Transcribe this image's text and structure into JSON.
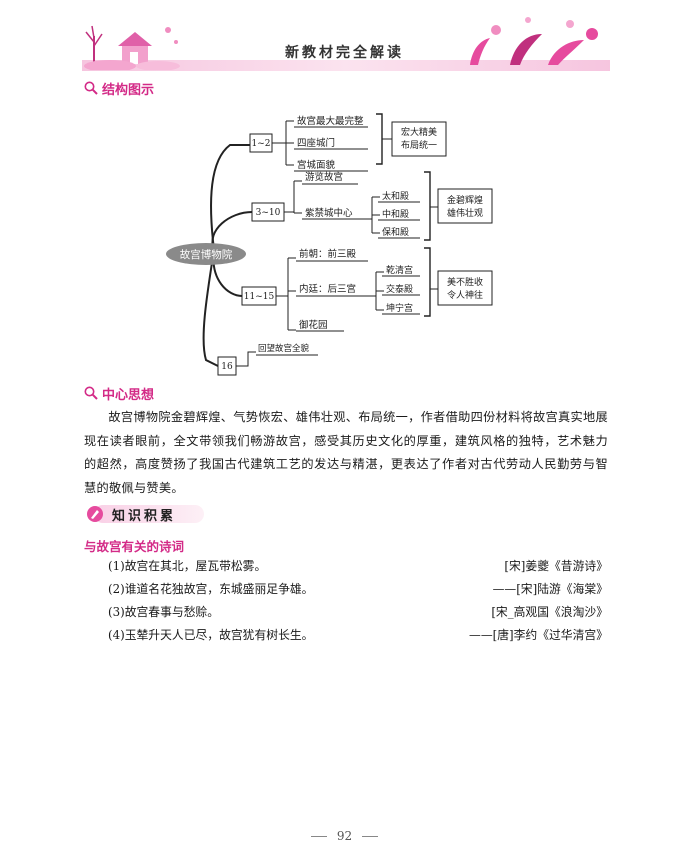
{
  "header": {
    "title": "新教材完全解读",
    "accent_color": "#d32a87",
    "band_color": "#f6c5df"
  },
  "sections": {
    "structure": "结构图示",
    "central": "中心思想",
    "knowledge": "知识积累"
  },
  "diagram": {
    "root": "故宫博物院",
    "branches": [
      {
        "range": "1~2",
        "items": [
          "故宫最大最完整",
          "四座城门",
          "宫城面貌"
        ],
        "summary": [
          "宏大精美",
          "布局统一"
        ]
      },
      {
        "range": "3~10",
        "items": [
          "游览故宫",
          "紫禁城中心"
        ],
        "subitems": [
          "太和殿",
          "中和殿",
          "保和殿"
        ],
        "summary": [
          "金碧辉煌",
          "雄伟壮观"
        ]
      },
      {
        "range": "11~15",
        "items": [
          "前朝：前三殿",
          "内廷：后三宫",
          "御花园"
        ],
        "subitems": [
          "乾清宫",
          "交泰殿",
          "坤宁宫"
        ],
        "summary": [
          "美不胜收",
          "令人神往"
        ]
      },
      {
        "range": "16",
        "items": [
          "回望故宫全貌"
        ]
      }
    ]
  },
  "central_text": "故宫博物院金碧辉煌、气势恢宏、雄伟壮观、布局统一，作者借助四份材料将故宫真实地展现在读者眼前，全文带领我们畅游故宫，感受其历史文化的厚重，建筑风格的独特，艺术魅力的超然，高度赞扬了我国古代建筑工艺的发达与精湛，更表达了作者对古代劳动人民勤劳与智慧的敬佩与赞美。",
  "poems": {
    "heading": "与故宫有关的诗词",
    "items": [
      {
        "line": "(1)故宫在其北，屋瓦带松雾。",
        "source": "[宋]姜夔《昔游诗》"
      },
      {
        "line": "(2)谁道名花独故宫，东城盛丽足争雄。",
        "source": "——[宋]陆游《海棠》"
      },
      {
        "line": "(3)故宫春事与愁赊。",
        "source": "[宋_高观国《浪淘沙》"
      },
      {
        "line": "(4)玉辇升天人已尽，故宫犹有树长生。",
        "source": "——[唐]李约《过华清宫》"
      }
    ]
  },
  "page_number": "92"
}
